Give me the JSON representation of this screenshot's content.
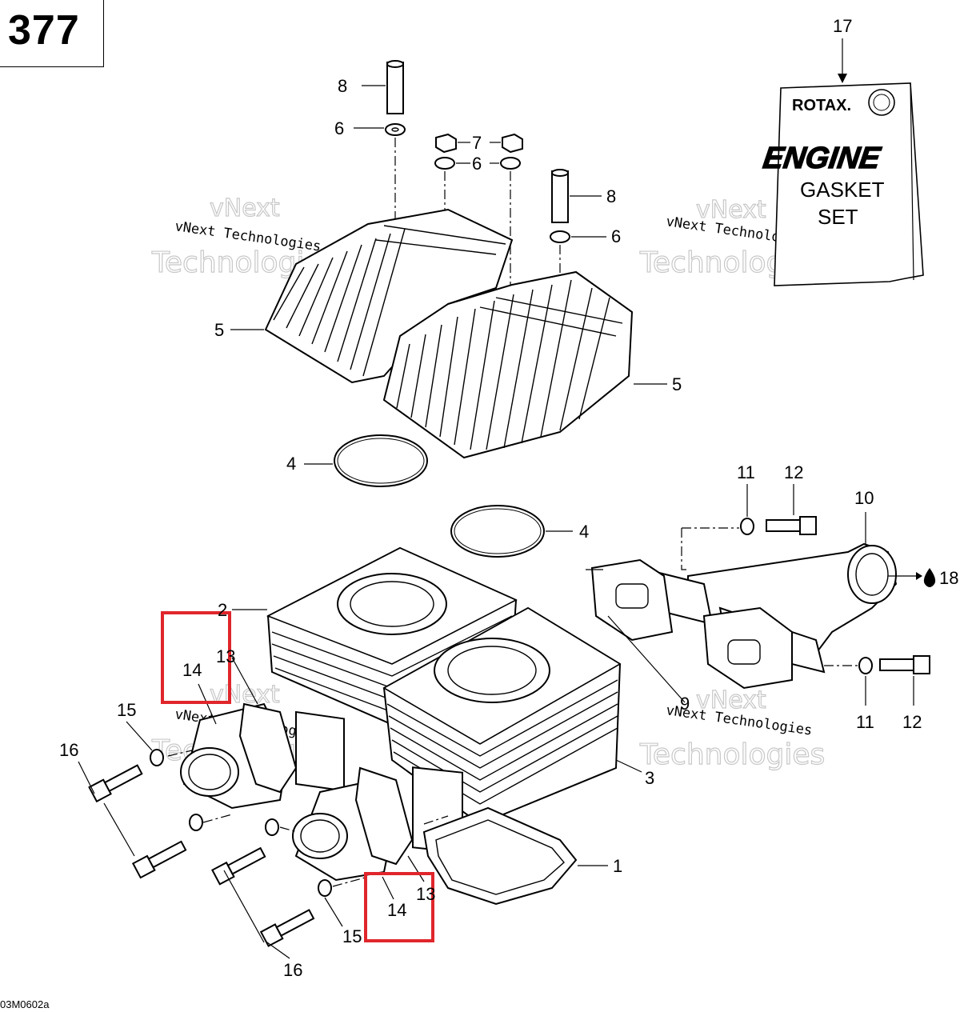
{
  "page": {
    "number": "377",
    "drawing_code": "03M0602a"
  },
  "kit": {
    "brand": "ROTAX.",
    "line1": "ENGINE",
    "line2": "GASKET",
    "line3": "SET"
  },
  "watermark": {
    "company": "vNext Technologies",
    "line1": "vNext",
    "line2": "Technologies"
  },
  "callouts": [
    {
      "id": "c1",
      "text": "1"
    },
    {
      "id": "c2",
      "text": "2"
    },
    {
      "id": "c3",
      "text": "3"
    },
    {
      "id": "c4a",
      "text": "4"
    },
    {
      "id": "c4b",
      "text": "4"
    },
    {
      "id": "c5a",
      "text": "5"
    },
    {
      "id": "c5b",
      "text": "5"
    },
    {
      "id": "c6a",
      "text": "6"
    },
    {
      "id": "c6b",
      "text": "6"
    },
    {
      "id": "c6c",
      "text": "6"
    },
    {
      "id": "c7",
      "text": "7"
    },
    {
      "id": "c8a",
      "text": "8"
    },
    {
      "id": "c8b",
      "text": "8"
    },
    {
      "id": "c9",
      "text": "9"
    },
    {
      "id": "c10",
      "text": "10"
    },
    {
      "id": "c11a",
      "text": "11"
    },
    {
      "id": "c11b",
      "text": "11"
    },
    {
      "id": "c12a",
      "text": "12"
    },
    {
      "id": "c12b",
      "text": "12"
    },
    {
      "id": "c13a",
      "text": "13"
    },
    {
      "id": "c13b",
      "text": "13"
    },
    {
      "id": "c14a",
      "text": "14"
    },
    {
      "id": "c14b",
      "text": "14"
    },
    {
      "id": "c15a",
      "text": "15"
    },
    {
      "id": "c15b",
      "text": "15"
    },
    {
      "id": "c16a",
      "text": "16"
    },
    {
      "id": "c16b",
      "text": "16"
    },
    {
      "id": "c17",
      "text": "17"
    },
    {
      "id": "c18",
      "text": "18"
    }
  ],
  "colors": {
    "highlight": "#e0262b",
    "line": "#000000",
    "watermark": "#c8c8c8"
  }
}
